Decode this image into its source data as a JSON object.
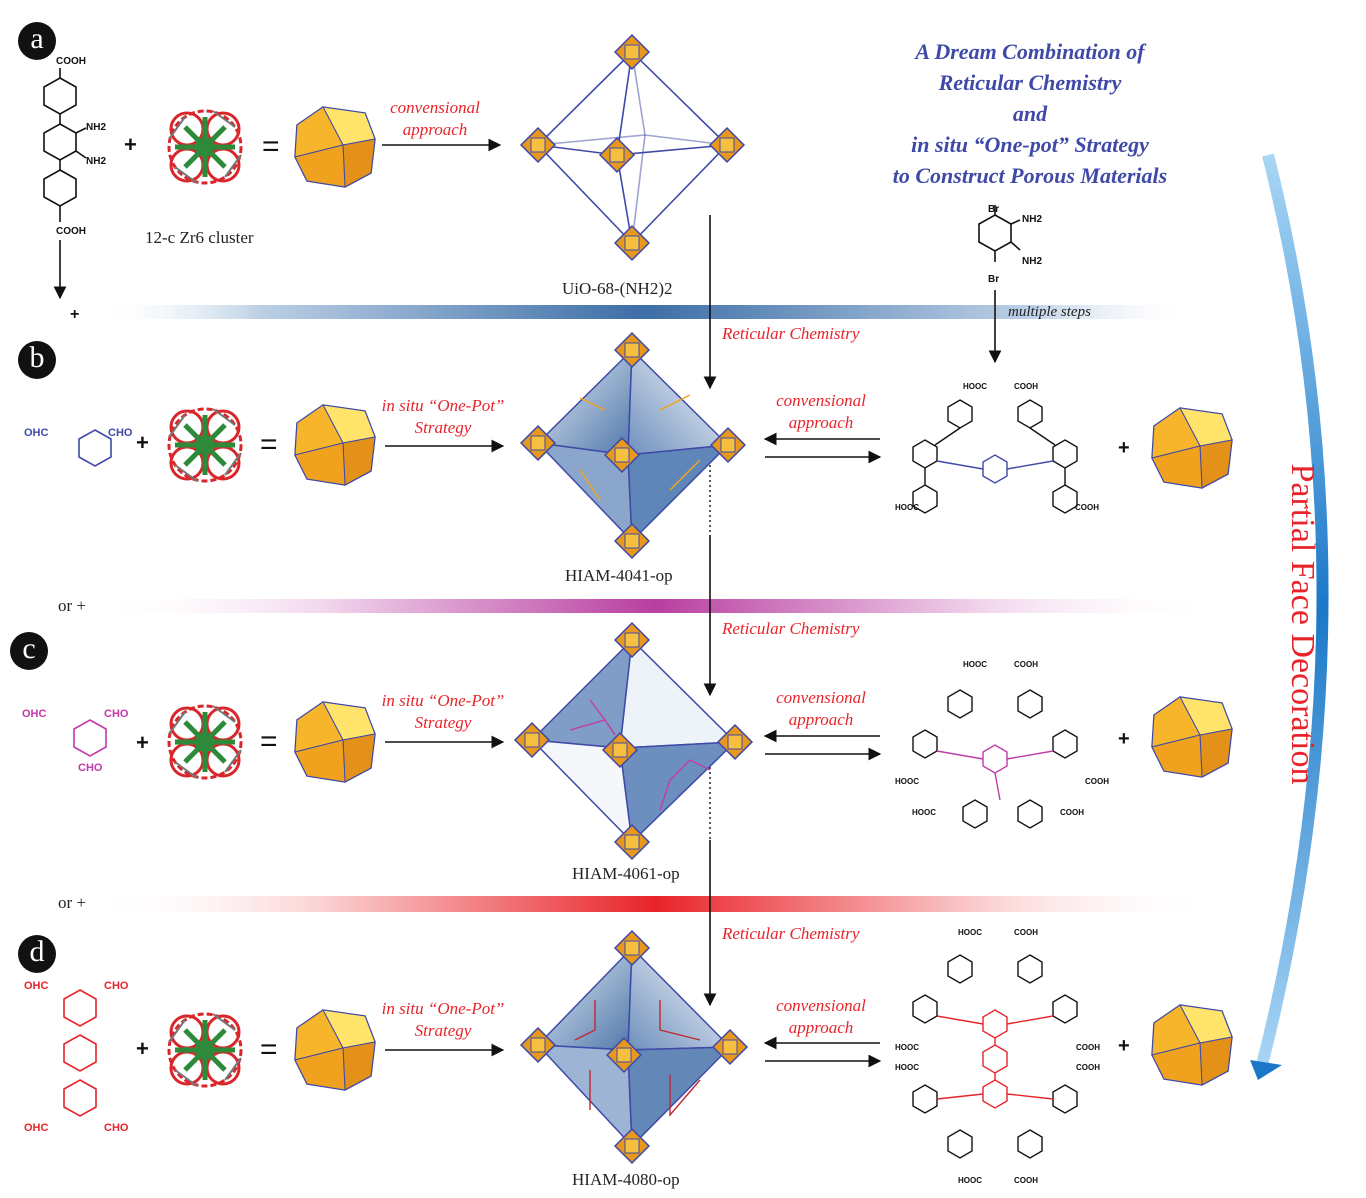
{
  "title": {
    "line1": "A Dream Combination of",
    "line2": "Reticular Chemistry",
    "line3": "and",
    "line4": "in situ “One-pot” Strategy",
    "line5": "to Construct Porous Materials"
  },
  "side_label": "Partial Face Decoration",
  "panels": [
    {
      "badge": "a",
      "linker_top": "COOH",
      "nh2_1": "NH2",
      "nh2_2": "NH2",
      "linker_bottom": "COOH",
      "cluster_label": "12-c Zr6 cluster",
      "arrow_label_1": "convensional",
      "arrow_label_2": "approach",
      "product": "UiO-68-(NH2)2"
    },
    {
      "badge": "b",
      "aldehyde_1": "OHC",
      "aldehyde_2": "CHO",
      "arrow_label_1": "in situ “One-Pot”",
      "arrow_label_2": "Strategy",
      "reverse_1": "convensional",
      "reverse_2": "approach",
      "product": "HIAM-4041-op",
      "prefix": "or +"
    },
    {
      "badge": "c",
      "aldehyde_1": "OHC",
      "aldehyde_2": "CHO",
      "aldehyde_3": "CHO",
      "arrow_label_1": "in situ “One-Pot”",
      "arrow_label_2": "Strategy",
      "reverse_1": "convensional",
      "reverse_2": "approach",
      "product": "HIAM-4061-op",
      "prefix": "or +"
    },
    {
      "badge": "d",
      "aldehyde_1": "OHC",
      "aldehyde_2": "CHO",
      "aldehyde_3": "OHC",
      "aldehyde_4": "CHO",
      "arrow_label_1": "in situ “One-Pot”",
      "arrow_label_2": "Strategy",
      "reverse_1": "convensional",
      "reverse_2": "approach",
      "product": "HIAM-4080-op"
    }
  ],
  "reticular_label": "Reticular Chemistry",
  "plus_a": "+",
  "dibromo": {
    "br1": "Br",
    "br2": "Br",
    "nh2a": "NH2",
    "nh2b": "NH2",
    "steps": "multiple steps"
  },
  "cooh": "COOH",
  "hooc": "HOOC",
  "colors": {
    "red": "#e8242a",
    "blue": "#3f4aa8",
    "magenta": "#c23aa8",
    "gold": "#f2a21c"
  }
}
